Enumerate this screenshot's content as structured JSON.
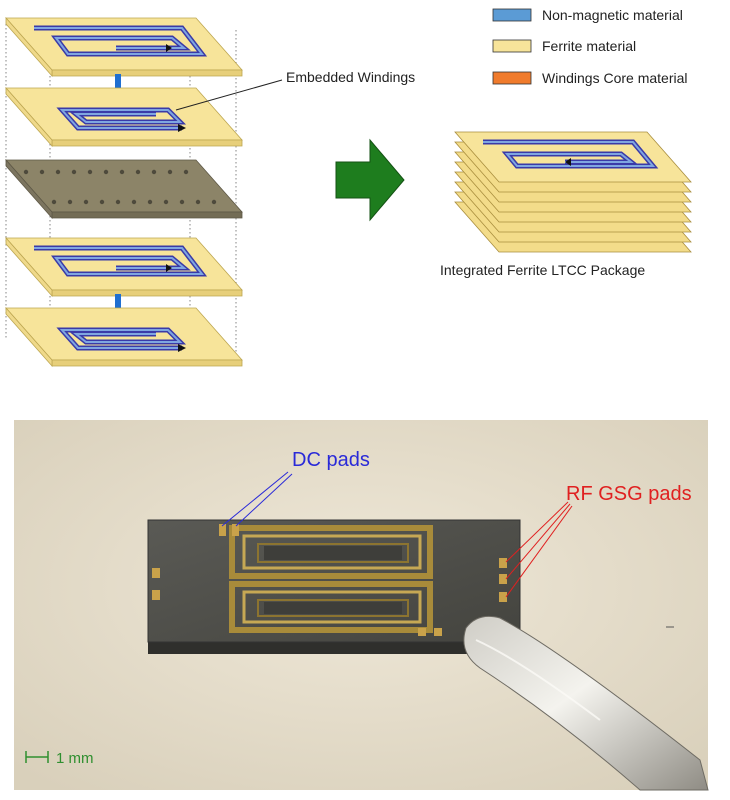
{
  "legend": {
    "items": [
      {
        "label": "Non-magnetic material",
        "swatch_color": "#5b9bd5"
      },
      {
        "label": "Ferrite material",
        "swatch_color": "#f7e49a"
      },
      {
        "label": "Windings Core material",
        "swatch_color": "#f07b2c"
      }
    ]
  },
  "annotations": {
    "embedded_windings": "Embedded Windings",
    "package_caption": "Integrated Ferrite LTCC Package",
    "dc_pads": "DC pads",
    "rf_pads": "RF GSG pads",
    "scale_bar": "1 mm"
  },
  "colors": {
    "ferrite": "#f7e49a",
    "ferrite_edge": "#e0c66a",
    "winding_outer": "#3a3aa8",
    "winding_inner": "#7fa6e0",
    "via": "#1f6fd1",
    "core_layer": "#8c8468",
    "arrow": "#1e7d1e",
    "dc_label": "#2a2ad8",
    "rf_label": "#e02020",
    "scale": "#2f8f2f",
    "photo_bg": "#e6decc"
  }
}
